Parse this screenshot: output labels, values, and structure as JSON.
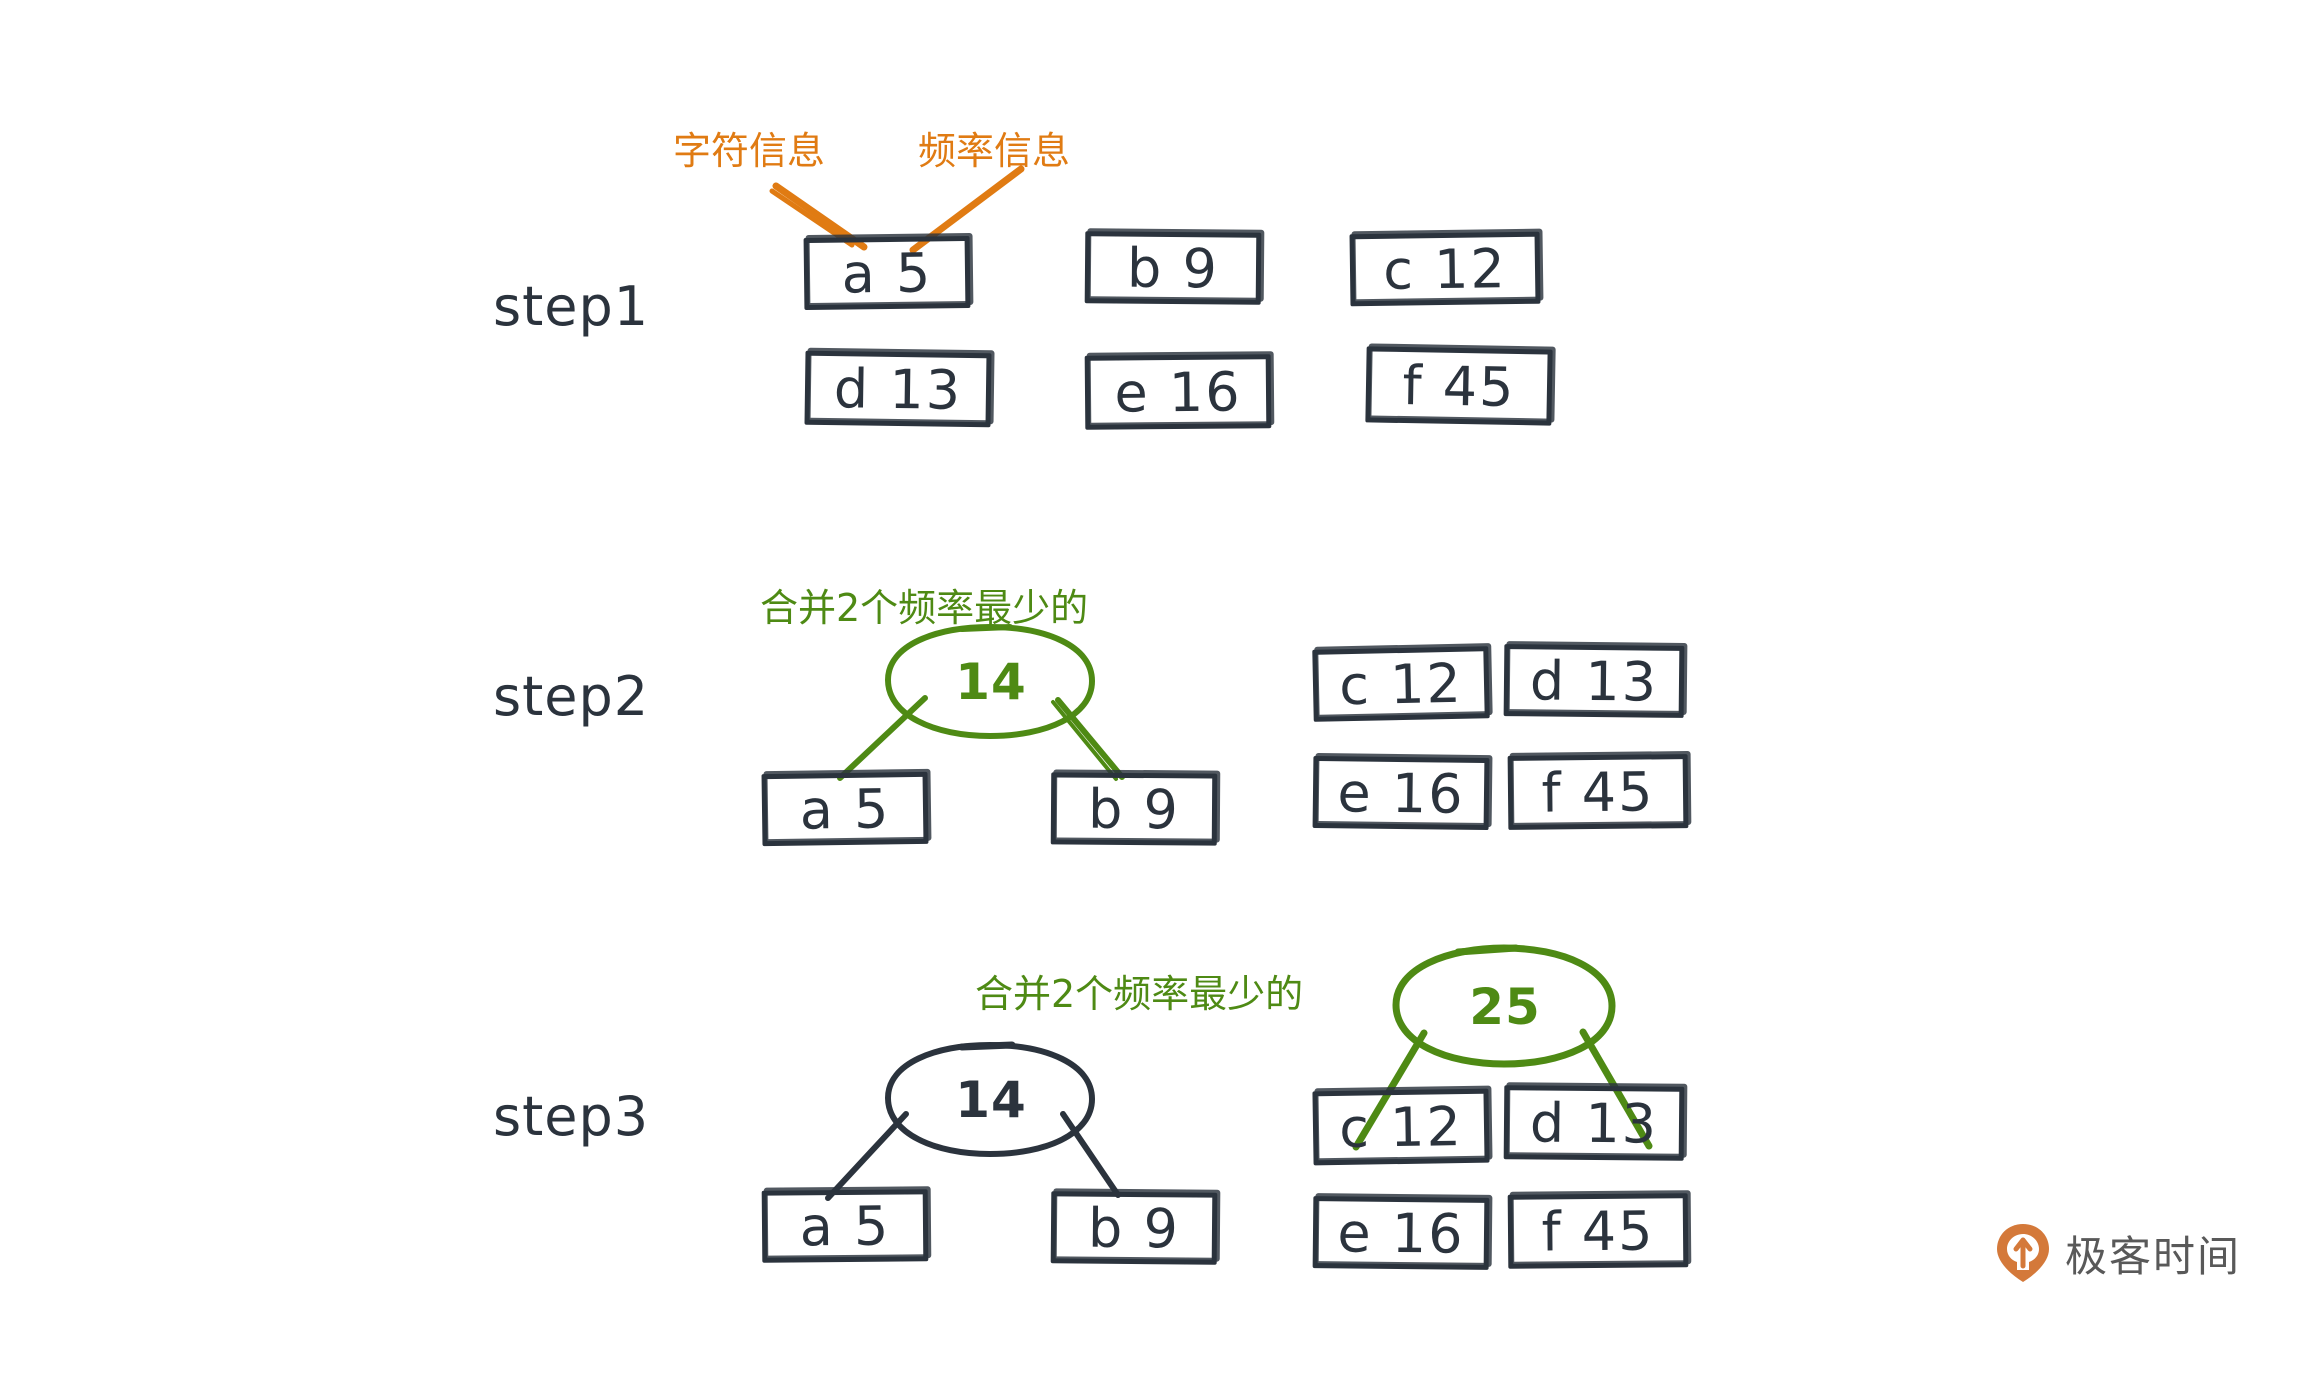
{
  "colors": {
    "ink": "#2b333d",
    "orange": "#e07b13",
    "green": "#4e8a14",
    "logo_orange": "#d4793a",
    "logo_text": "#595959",
    "background": "#ffffff"
  },
  "annotations": {
    "char_info": "字符信息",
    "freq_info": "频率信息",
    "merge_two_min_step2": "合并2个频率最少的",
    "merge_two_min_step3": "合并2个频率最少的"
  },
  "steps": [
    {
      "id": "step1",
      "label": "step1",
      "nodes": [
        {
          "char": "a",
          "freq": "5"
        },
        {
          "char": "b",
          "freq": "9"
        },
        {
          "char": "c",
          "freq": "12"
        },
        {
          "char": "d",
          "freq": "13"
        },
        {
          "char": "e",
          "freq": "16"
        },
        {
          "char": "f",
          "freq": "45"
        }
      ],
      "ovals": []
    },
    {
      "id": "step2",
      "label": "step2",
      "nodes": [
        {
          "char": "a",
          "freq": "5"
        },
        {
          "char": "b",
          "freq": "9"
        },
        {
          "char": "c",
          "freq": "12"
        },
        {
          "char": "d",
          "freq": "13"
        },
        {
          "char": "e",
          "freq": "16"
        },
        {
          "char": "f",
          "freq": "45"
        }
      ],
      "ovals": [
        {
          "value": "14",
          "color": "#4e8a14",
          "children": [
            "a 5",
            "b 9"
          ]
        }
      ]
    },
    {
      "id": "step3",
      "label": "step3",
      "nodes": [
        {
          "char": "a",
          "freq": "5"
        },
        {
          "char": "b",
          "freq": "9"
        },
        {
          "char": "c",
          "freq": "12"
        },
        {
          "char": "d",
          "freq": "13"
        },
        {
          "char": "e",
          "freq": "16"
        },
        {
          "char": "f",
          "freq": "45"
        }
      ],
      "ovals": [
        {
          "value": "14",
          "color": "#2b333d",
          "children": [
            "a 5",
            "b 9"
          ]
        },
        {
          "value": "25",
          "color": "#4e8a14",
          "children": [
            "c 12",
            "d 13"
          ]
        }
      ]
    }
  ],
  "logo": {
    "text": "极客时间",
    "icon": "geekbang-pin-icon"
  }
}
